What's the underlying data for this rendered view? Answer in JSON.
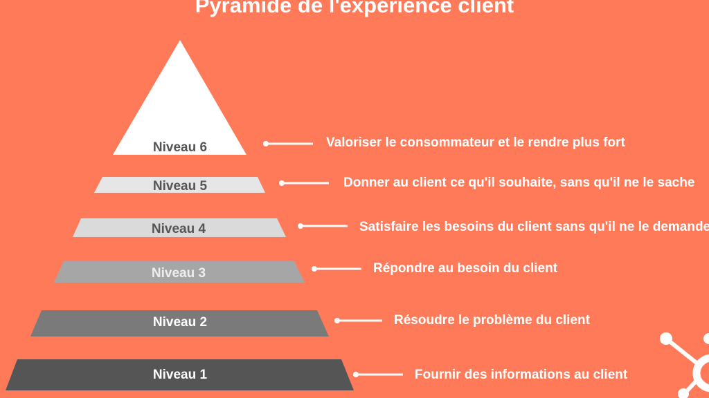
{
  "title": "Pyramide de l'expérience client",
  "colors": {
    "background": "#FF7A59",
    "text": "#FFFFFF"
  },
  "levels": [
    {
      "label": "Niveau 6",
      "description": "Valoriser le consommateur et le rendre plus fort",
      "color": "#FFFFFF"
    },
    {
      "label": "Niveau 5",
      "description": "Donner au client ce qu'il souhaite, sans qu'il ne le sache",
      "color": "#E6E6E6"
    },
    {
      "label": "Niveau 4",
      "description": "Satisfaire les besoins du client sans qu'il ne le demande",
      "color": "#DADADA"
    },
    {
      "label": "Niveau 3",
      "description": "Répondre au besoin du client",
      "color": "#A6A6A6"
    },
    {
      "label": "Niveau 2",
      "description": "Résoudre le problème du client",
      "color": "#7A7A7A"
    },
    {
      "label": "Niveau 1",
      "description": "Fournir des informations au client",
      "color": "#555555"
    }
  ],
  "logo": "hubspot-sprocket"
}
